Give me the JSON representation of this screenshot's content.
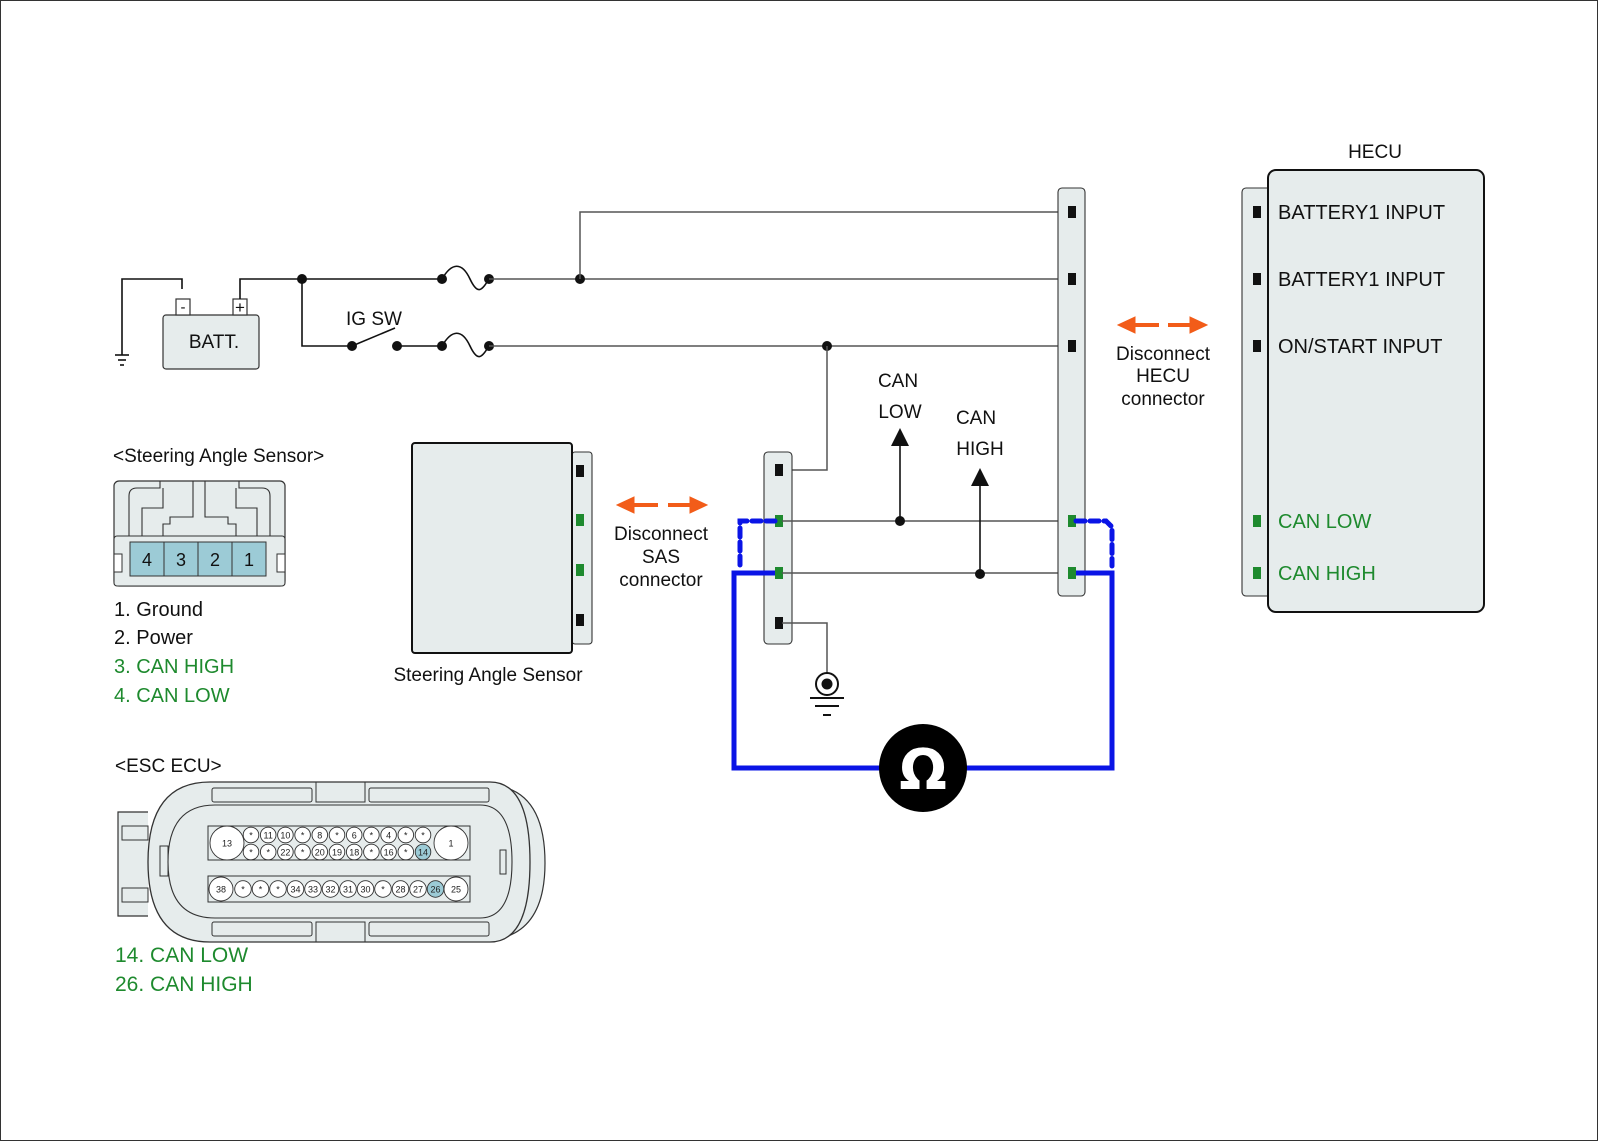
{
  "diagram": {
    "battery": {
      "label": "BATT.",
      "neg_terminal": "-",
      "pos_terminal": "+"
    },
    "ig_switch": {
      "label": "IG SW"
    },
    "sas_connector_view": {
      "title": "<Steering Angle Sensor>",
      "pins": [
        "4",
        "3",
        "2",
        "1"
      ],
      "highlighted_pins": [
        "4",
        "3",
        "2",
        "1"
      ],
      "legend": [
        {
          "text": "1. Ground",
          "color": "#111111"
        },
        {
          "text": "2. Power",
          "color": "#111111"
        },
        {
          "text": "3. CAN HIGH",
          "color": "#1e8a2e"
        },
        {
          "text": "4. CAN LOW",
          "color": "#1e8a2e"
        }
      ]
    },
    "esc_connector_view": {
      "title": "<ESC ECU>",
      "big_pins": [
        "13",
        "1",
        "38",
        "25"
      ],
      "row1_top": [
        "*",
        "11",
        "10",
        "*",
        "8",
        "*",
        "6",
        "*",
        "4",
        "*",
        "*"
      ],
      "row1_bottom": [
        "*",
        "*",
        "22",
        "*",
        "20",
        "19",
        "18",
        "*",
        "16",
        "*",
        "14"
      ],
      "row2": [
        "*",
        "*",
        "*",
        "34",
        "33",
        "32",
        "31",
        "30",
        "*",
        "28",
        "27",
        "26"
      ],
      "highlighted_pins": [
        "14",
        "26"
      ],
      "legend": [
        {
          "text": "14. CAN LOW",
          "color": "#1e8a2e"
        },
        {
          "text": "26. CAN HIGH",
          "color": "#1e8a2e"
        }
      ]
    },
    "sas_module": {
      "label": "Steering Angle Sensor"
    },
    "sas_disconnect": {
      "line1": "Disconnect",
      "line2": "SAS",
      "line3": "connector"
    },
    "hecu_disconnect": {
      "line1": "Disconnect",
      "line2": "HECU",
      "line3": "connector"
    },
    "can_low_probe": {
      "line1": "CAN",
      "line2": "LOW"
    },
    "can_high_probe": {
      "line1": "CAN",
      "line2": "HIGH"
    },
    "hecu": {
      "title": "HECU",
      "pins": [
        {
          "label": "BATTERY1 INPUT",
          "color": "#111111"
        },
        {
          "label": "BATTERY1 INPUT",
          "color": "#111111"
        },
        {
          "label": "ON/START INPUT",
          "color": "#111111"
        },
        {
          "label": "CAN LOW",
          "color": "#1e8a2e"
        },
        {
          "label": "CAN HIGH",
          "color": "#1e8a2e"
        }
      ]
    },
    "ohmmeter": {
      "symbol": "Ω"
    },
    "colors": {
      "can_wire": "#1e8a2e",
      "probe_lead": "#0a14e6",
      "disconnect_arrow": "#f25c19",
      "panel_fill": "#e6ecec",
      "pin_highlight": "#9ccbd6"
    }
  }
}
